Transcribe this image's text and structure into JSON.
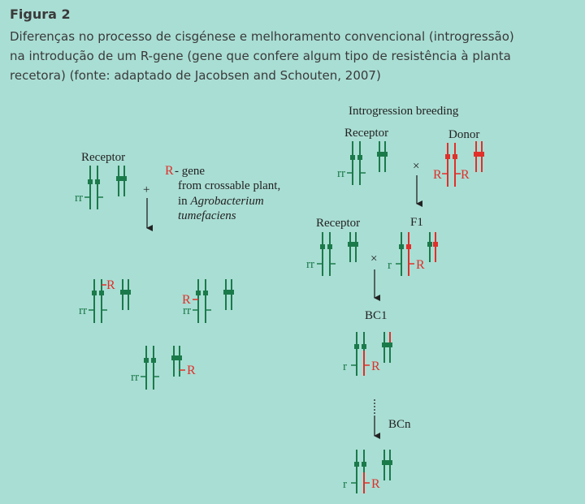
{
  "figure": {
    "title": "Figura 2",
    "caption_lines": [
      "Diferenças no processo de cisgénese e melhoramento convencional (introgressão)",
      "na introdução de um R-gene (gene que confere algum tipo de resistência à planta",
      "recetora) (fonte: adaptado de Jacobsen and Schouten, 2007)"
    ]
  },
  "left": {
    "receptor": "Receptor",
    "r_marker": "R",
    "r_desc": "- gene",
    "line2": "from crossable plant,",
    "line3_prefix": "in ",
    "line3_italic": "Agrobacterium",
    "line4_italic": "tumefaciens",
    "plus": "+"
  },
  "right": {
    "title": "Introgression breeding",
    "receptor1": "Receptor",
    "donor": "Donor",
    "cross1": "×",
    "receptor2": "Receptor",
    "f1": "F1",
    "cross2": "×",
    "bc1": "BC1",
    "bcn": "BCn"
  },
  "allele_labels": {
    "rr": "rr",
    "r": "r",
    "R": "R"
  },
  "colors": {
    "background": "#a9ded4",
    "receptor_green": "#1b7a4a",
    "donor_red": "#e0302a",
    "arrow": "#222222",
    "text": "#3a3a3a"
  }
}
